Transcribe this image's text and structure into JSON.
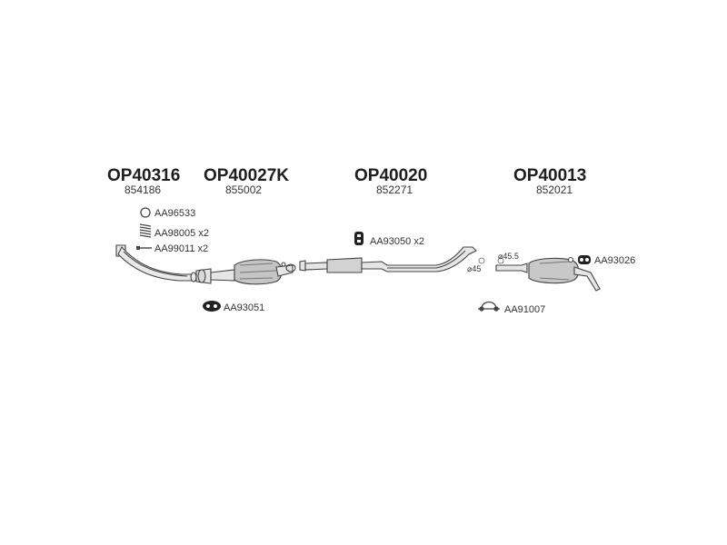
{
  "parts": [
    {
      "code": "OP40316",
      "number": "854186"
    },
    {
      "code": "OP40027K",
      "number": "855002"
    },
    {
      "code": "OP40020",
      "number": "852271"
    },
    {
      "code": "OP40013",
      "number": "852021"
    }
  ],
  "accessories": {
    "ring": "AA96533",
    "spring": "AA98005",
    "spring_qty": "x2",
    "bolt": "AA99011",
    "bolt_qty": "x2",
    "gasket_cat": "AA93051",
    "hanger_mid": "AA93050",
    "hanger_mid_qty": "x2",
    "clamp": "AA91007",
    "hanger_rear": "AA93026"
  },
  "dimensions": {
    "dia_45": "⌀45",
    "dia_45_5": "⌀45.5"
  },
  "colors": {
    "line": "#444444",
    "fill_light": "#e6e6e6",
    "fill_mid": "#bdbdbd",
    "fill_dark": "#222222"
  }
}
